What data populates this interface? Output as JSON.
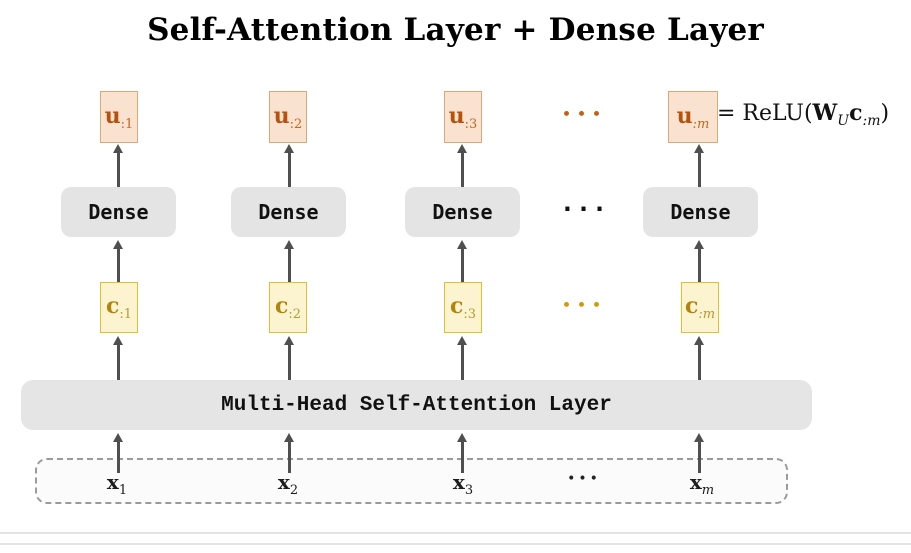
{
  "title": "Self-Attention Layer + Dense Layer",
  "attention_bar_label": "Multi-Head Self-Attention Layer",
  "columns": [
    {
      "u_base": "u",
      "u_sub": ":1",
      "dense": "Dense",
      "c_base": "c",
      "c_sub": ":1",
      "x_base": "x",
      "x_sub": "1"
    },
    {
      "u_base": "u",
      "u_sub": ":2",
      "dense": "Dense",
      "c_base": "c",
      "c_sub": ":2",
      "x_base": "x",
      "x_sub": "2"
    },
    {
      "u_base": "u",
      "u_sub": ":3",
      "dense": "Dense",
      "c_base": "c",
      "c_sub": ":3",
      "x_base": "x",
      "x_sub": "3"
    },
    {
      "u_base": "u",
      "u_sub": ":m",
      "dense": "Dense",
      "c_base": "c",
      "c_sub": ":m",
      "x_base": "x",
      "x_sub": "m"
    }
  ],
  "ellipsis": {
    "u": "•••",
    "dense": "...",
    "c": "•••",
    "x": "•••"
  },
  "equation": {
    "prefix": "= ReLU(",
    "w_base": "W",
    "w_sub": "U",
    "c_base": "c",
    "c_sub": ":m",
    "close": ")"
  },
  "colors": {
    "u_accent": "#b4520e",
    "c_accent": "#b0850a",
    "block_gray": "#e4e4e4",
    "arrow": "#4f4f4f"
  }
}
